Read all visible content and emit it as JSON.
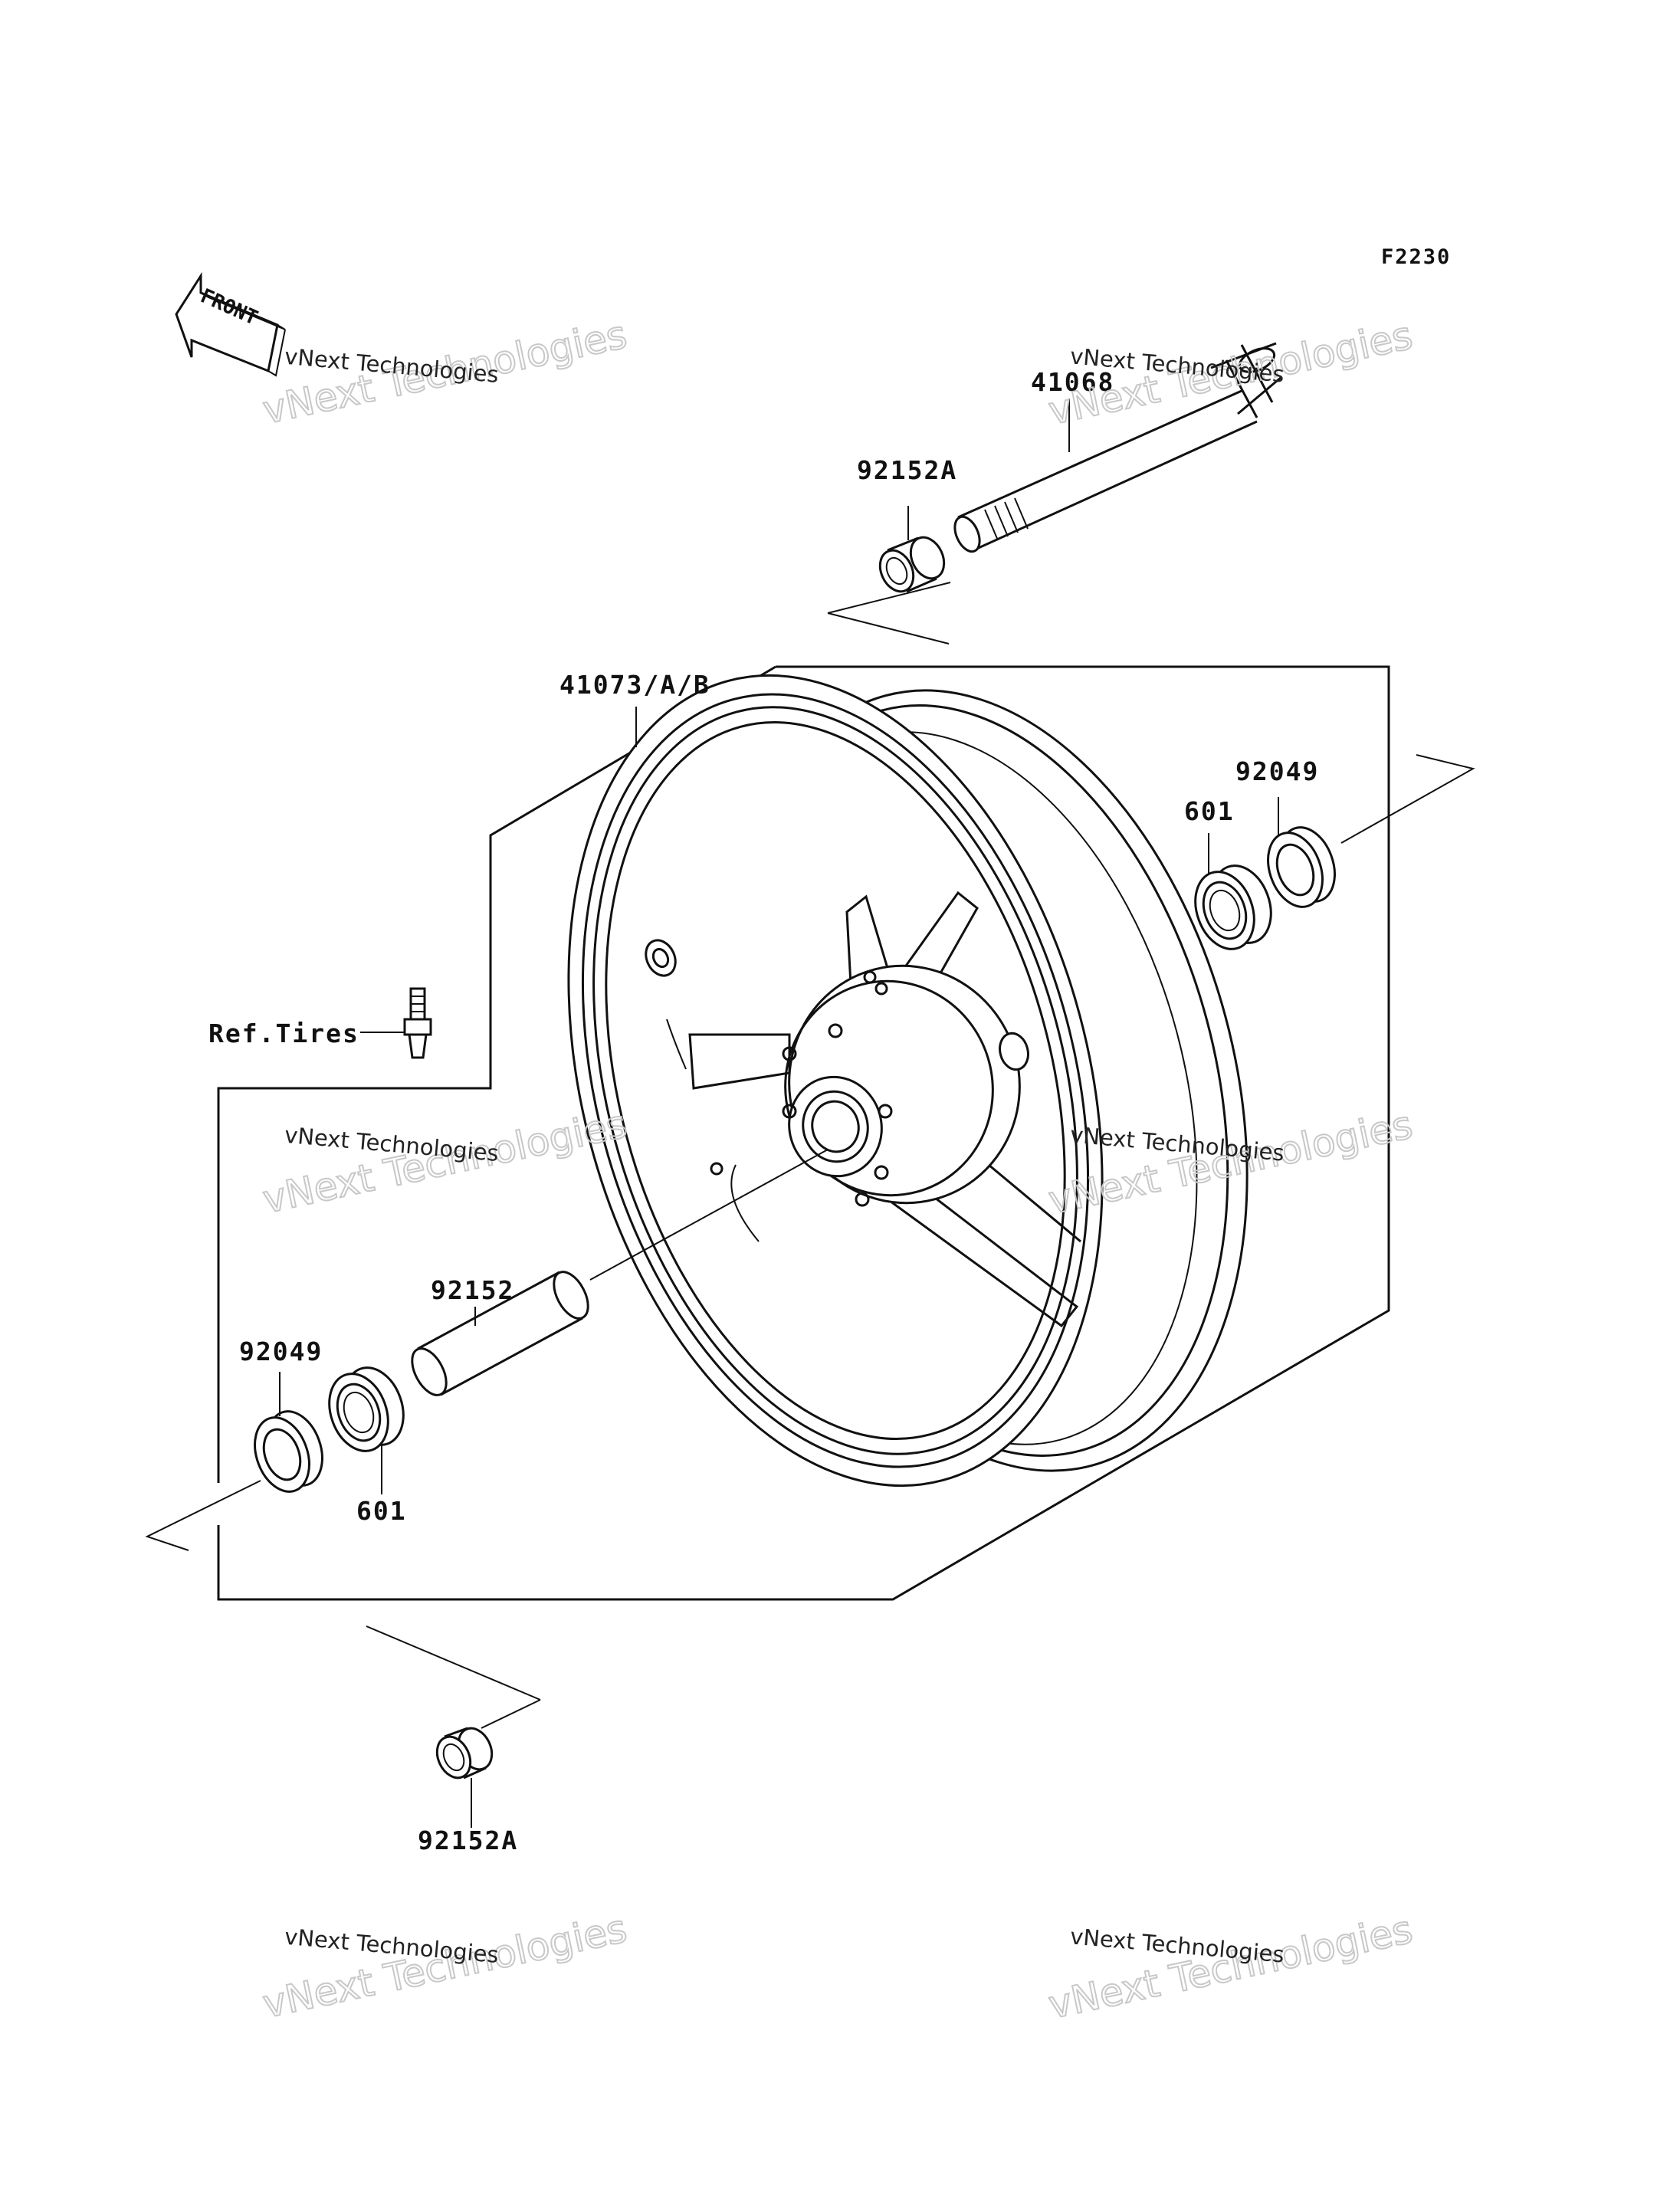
{
  "diagram_code": "F2230",
  "front_arrow_text": "FRONT",
  "labels": {
    "axle": "41068",
    "collar_top": "92152A",
    "wheel": "41073/A/B",
    "seal_right": "92049",
    "bearing_right": "601",
    "valve_ref": "Ref.Tires",
    "spacer": "92152",
    "seal_left": "92049",
    "bearing_left": "601",
    "collar_bottom": "92152A"
  },
  "watermarks": [
    {
      "line1": "vNext Technologies",
      "line2": "vNext Technologies"
    },
    {
      "line1": "vNext Technologies",
      "line2": "vNext Technologies"
    },
    {
      "line1": "vNext Technologies",
      "line2": "vNext Technologies"
    },
    {
      "line1": "vNext Technologies",
      "line2": "vNext Technologies"
    },
    {
      "line1": "vNext Technologies",
      "line2": "vNext Technologies"
    },
    {
      "line1": "vNext Technologies",
      "line2": "vNext Technologies"
    }
  ]
}
